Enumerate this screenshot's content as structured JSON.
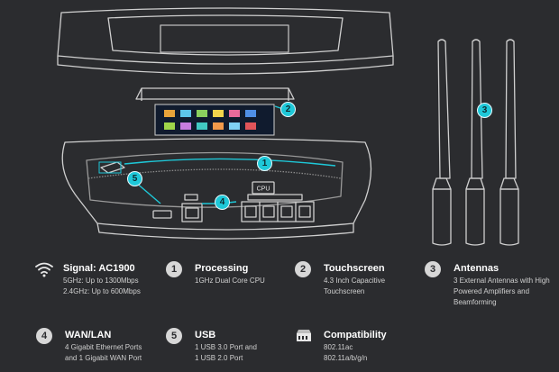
{
  "icons": {
    "wifi": "wifi-icon",
    "router": "router-chip-icon"
  },
  "colors": {
    "accent": "#1ec8d8",
    "background": "#2b2c2f",
    "outline": "#cfcfcf"
  },
  "diagram": {
    "cpu_label": "CPU",
    "callouts": [
      {
        "num": "1",
        "part": "processor"
      },
      {
        "num": "2",
        "part": "touchscreen"
      },
      {
        "num": "3",
        "part": "antennas"
      },
      {
        "num": "4",
        "part": "wan-lan"
      },
      {
        "num": "5",
        "part": "usb"
      }
    ]
  },
  "specs": [
    {
      "icon": "wifi",
      "title": "Signal: AC1900",
      "lines": [
        "5GHz: Up to 1300Mbps",
        "2.4GHz: Up to 600Mbps"
      ]
    },
    {
      "icon": "1",
      "title": "Processing",
      "lines": [
        "1GHz Dual Core CPU"
      ]
    },
    {
      "icon": "2",
      "title": "Touchscreen",
      "lines": [
        "4.3 Inch Capacitive",
        "Touchscreen"
      ]
    },
    {
      "icon": "3",
      "title": "Antennas",
      "lines": [
        "3 External Antennas with High",
        "Powered Amplifiers and",
        "Beamforming"
      ]
    },
    {
      "icon": "4",
      "title": "WAN/LAN",
      "lines": [
        "4 Gigabit Ethernet Ports",
        "and 1 Gigabit WAN Port"
      ]
    },
    {
      "icon": "5",
      "title": "USB",
      "lines": [
        "1 USB 3.0 Port and",
        "1 USB 2.0 Port"
      ]
    },
    {
      "icon": "router",
      "title": "Compatibility",
      "lines": [
        "802.11ac",
        "802.11a/b/g/n"
      ]
    }
  ]
}
